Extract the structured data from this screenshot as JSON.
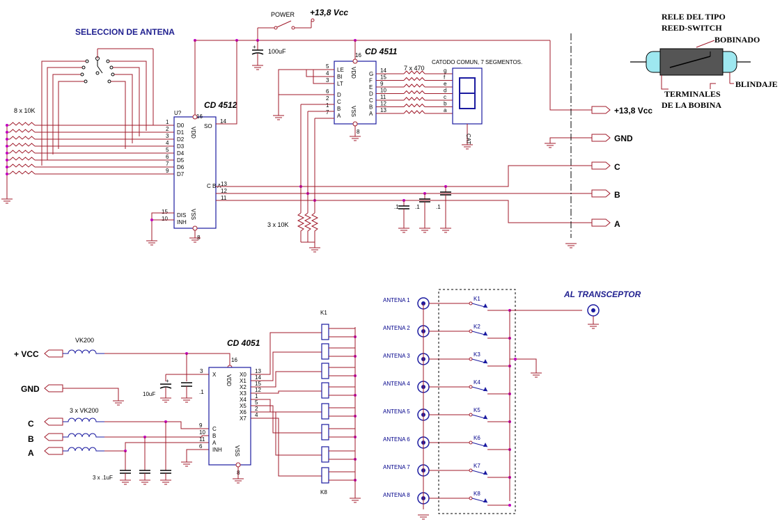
{
  "labels": {
    "seleccion": "SELECCION DE ANTENA",
    "power": "POWER",
    "vcc_top": "+13,8 Vcc",
    "cap_100uf": "100uF",
    "cd4512": "CD 4512",
    "cd4511": "CD 4511",
    "cd4051": "CD 4051",
    "res_8x10k": "8 x 10K",
    "res_7x470": "7 x 470",
    "res_3x10k": "3 x 10K",
    "catodo": "CATODO COMUN, 7 SEGMENTOS.",
    "cat": "CAT",
    "u_ref": "U?",
    "cap_01": ".1",
    "cap_10uf": "10uF",
    "cap_1": ".1",
    "vk200": "VK200",
    "vk200_3": "3 x VK200",
    "caps_3x": "3 x .1uF",
    "k1": "K1",
    "k8": "K8",
    "al_transceptor": "AL TRANSCEPTOR"
  },
  "ports": {
    "vcc_out": "+13,8 Vcc",
    "gnd_out": "GND",
    "c_out": "C",
    "b_out": "B",
    "a_out": "A",
    "vcc_in": "+ VCC",
    "gnd_in": "GND",
    "c_in": "C",
    "b_in": "B",
    "a_in": "A"
  },
  "reed": {
    "title1": "RELE DEL TIPO",
    "title2": "REED-SWITCH",
    "bobinado": "BOBINADO",
    "blindaje": "BLINDAJE",
    "terminales1": "TERMINALES",
    "terminales2": "DE LA BOBINA"
  },
  "antennas": [
    "ANTENA 1",
    "ANTENA 2",
    "ANTENA 3",
    "ANTENA 4",
    "ANTENA 5",
    "ANTENA 6",
    "ANTENA 7",
    "ANTENA 8"
  ],
  "relays": [
    "K1",
    "K2",
    "K3",
    "K4",
    "K5",
    "K6",
    "K7",
    "K8"
  ],
  "ic4512": {
    "pins_left": [
      {
        "num": "1",
        "name": "D0"
      },
      {
        "num": "2",
        "name": "D1"
      },
      {
        "num": "3",
        "name": "D2"
      },
      {
        "num": "4",
        "name": "D3"
      },
      {
        "num": "5",
        "name": "D4"
      },
      {
        "num": "6",
        "name": "D5"
      },
      {
        "num": "7",
        "name": "D6"
      },
      {
        "num": "9",
        "name": "D7"
      }
    ],
    "pin_so": "SO",
    "pin_so_num": "14",
    "pin_cba": "C B A",
    "pin_c_num": "13",
    "pin_b_num": "12",
    "pin_a_num": "11",
    "pin_dis": "DIS",
    "pin_dis_num": "15",
    "pin_inh": "INH",
    "pin_inh_num": "10",
    "vdd": "VDD",
    "vdd_num": "16",
    "vss": "VSS",
    "vss_num": "8"
  },
  "ic4511": {
    "pins_left": [
      {
        "num": "5",
        "name": "LE"
      },
      {
        "num": "4",
        "name": "BI"
      },
      {
        "num": "3",
        "name": "LT"
      },
      {
        "num": "6",
        "name": "D"
      },
      {
        "num": "2",
        "name": "C"
      },
      {
        "num": "1",
        "name": "B"
      },
      {
        "num": "7",
        "name": "A"
      }
    ],
    "pins_right": [
      {
        "num": "14",
        "name": "G",
        "seg": "g"
      },
      {
        "num": "15",
        "name": "F",
        "seg": "f"
      },
      {
        "num": "9",
        "name": "E",
        "seg": "e"
      },
      {
        "num": "10",
        "name": "D",
        "seg": "d"
      },
      {
        "num": "11",
        "name": "C",
        "seg": "c"
      },
      {
        "num": "12",
        "name": "B",
        "seg": "b"
      },
      {
        "num": "13",
        "name": "A",
        "seg": "a"
      }
    ],
    "vdd": "VDD",
    "vdd_num": "16",
    "vss": "VSS",
    "vss_num": "8"
  },
  "ic4051": {
    "pin_x": "X",
    "pin_x_num": "3",
    "pins_left": [
      {
        "num": "9",
        "name": "C"
      },
      {
        "num": "10",
        "name": "B"
      },
      {
        "num": "11",
        "name": "A"
      },
      {
        "num": "6",
        "name": "INH"
      }
    ],
    "pins_right": [
      {
        "num": "13",
        "name": "X0"
      },
      {
        "num": "14",
        "name": "X1"
      },
      {
        "num": "15",
        "name": "X2"
      },
      {
        "num": "12",
        "name": "X3"
      },
      {
        "num": "1",
        "name": "X4"
      },
      {
        "num": "5",
        "name": "X5"
      },
      {
        "num": "2",
        "name": "X6"
      },
      {
        "num": "4",
        "name": "X7"
      }
    ],
    "vdd": "VDD",
    "vdd_num": "16",
    "vss": "VSS",
    "vss_num": "8"
  }
}
